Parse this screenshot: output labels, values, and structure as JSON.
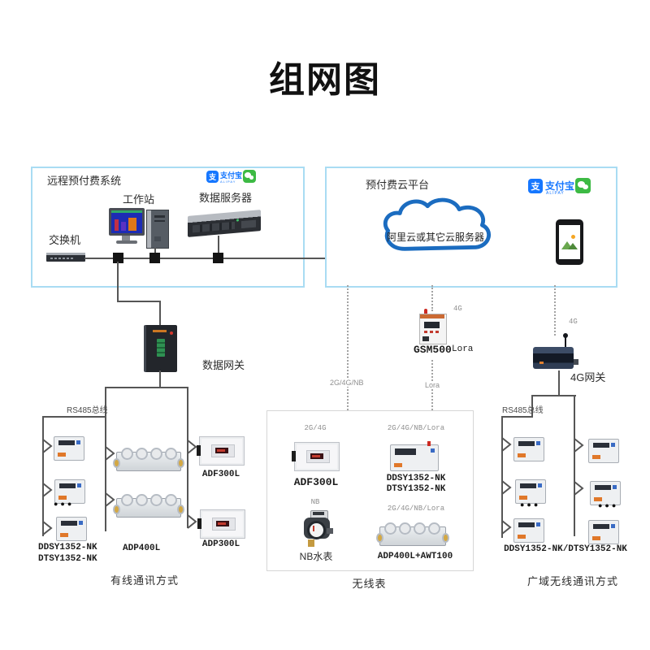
{
  "title": "组网图",
  "brand": {
    "alipay": "支付宝",
    "alipay_sub": "ALIPAY",
    "alipay_glyph": "支"
  },
  "lan": {
    "title": "远程预付费系统",
    "workstation": "工作站",
    "server": "数据服务器",
    "switch": "交换机"
  },
  "cloud": {
    "title": "预付费云平台",
    "label": "阿里云或其它云服务器"
  },
  "mid": {
    "data_gateway": "数据网关",
    "gsm500": "GSM500",
    "gsm_4g": "4G",
    "gsm_lora": "Lora",
    "link_2g4gnb": "2G/4G/NB",
    "link_lora": "Lora",
    "wan_4g": "4G",
    "gw4g": "4G网关"
  },
  "wired": {
    "rs485": "RS485总线",
    "ddsy": "DDSY1352-NK",
    "dtsy": "DTSY1352-NK",
    "adp400l": "ADP400L",
    "adf300l": "ADF300L",
    "adp300l": "ADP300L",
    "dots": "●●●",
    "section": "有线通讯方式"
  },
  "wireless": {
    "p1": "2G/4G",
    "m1": "ADF300L",
    "p2": "2G/4G/NB/Lora",
    "m2a": "DDSY1352-NK",
    "m2b": "DTSY1352-NK",
    "p3": "NB",
    "m3": "NB水表",
    "p4": "2G/4G/NB/Lora",
    "m4": "ADP400L+AWT100",
    "section": "无线表"
  },
  "wan": {
    "rs485": "RS485总线",
    "meters": "DDSY1352-NK/DTSY1352-NK",
    "dots": "●●●",
    "section": "广域无线通讯方式"
  }
}
